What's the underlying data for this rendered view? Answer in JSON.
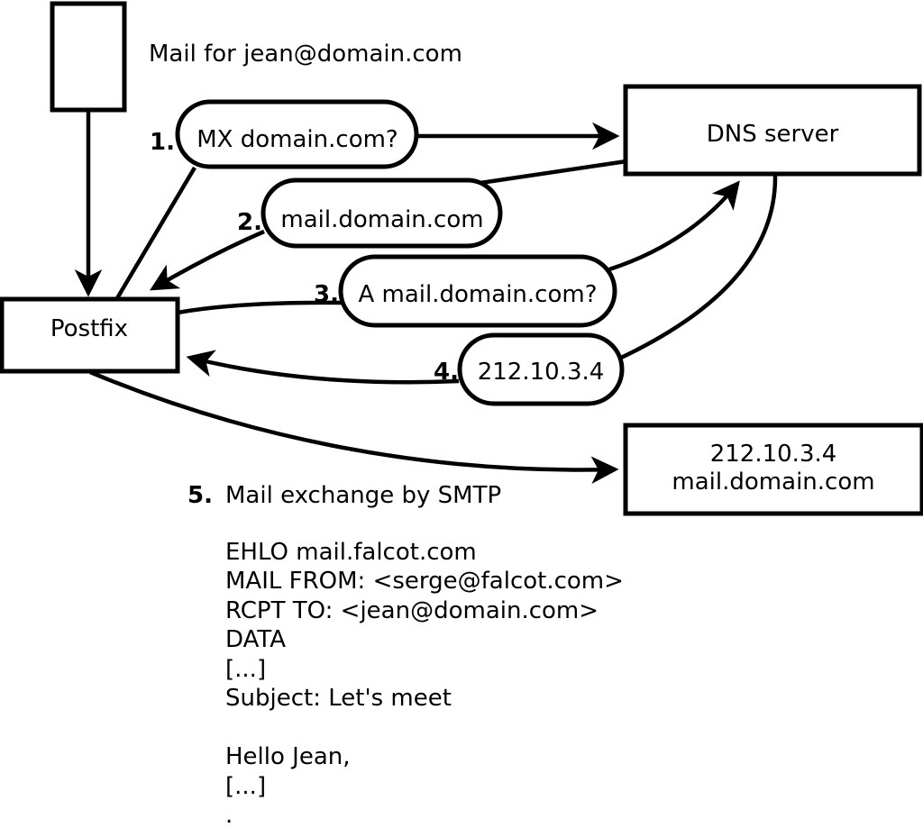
{
  "mail_source": {
    "label": "Mail for jean@domain.com"
  },
  "postfix": {
    "label": "Postfix"
  },
  "dns": {
    "label": "DNS server"
  },
  "destination": {
    "line1": "212.10.3.4",
    "line2": "mail.domain.com"
  },
  "steps": [
    {
      "num": "1.",
      "label": "MX domain.com?"
    },
    {
      "num": "2.",
      "label": "mail.domain.com"
    },
    {
      "num": "3.",
      "label": "A mail.domain.com?"
    },
    {
      "num": "4.",
      "label": "212.10.3.4"
    },
    {
      "num": "5.",
      "label": "Mail exchange by SMTP"
    }
  ],
  "smtp_session": {
    "lines": [
      "EHLO mail.falcot.com",
      "MAIL FROM: <serge@falcot.com>",
      "RCPT TO: <jean@domain.com>",
      "DATA",
      "[...]",
      "Subject: Let's meet",
      "",
      "Hello Jean,",
      "[...]",
      "."
    ]
  },
  "colors": {
    "stroke": "#000000",
    "background": "#ffffff"
  }
}
